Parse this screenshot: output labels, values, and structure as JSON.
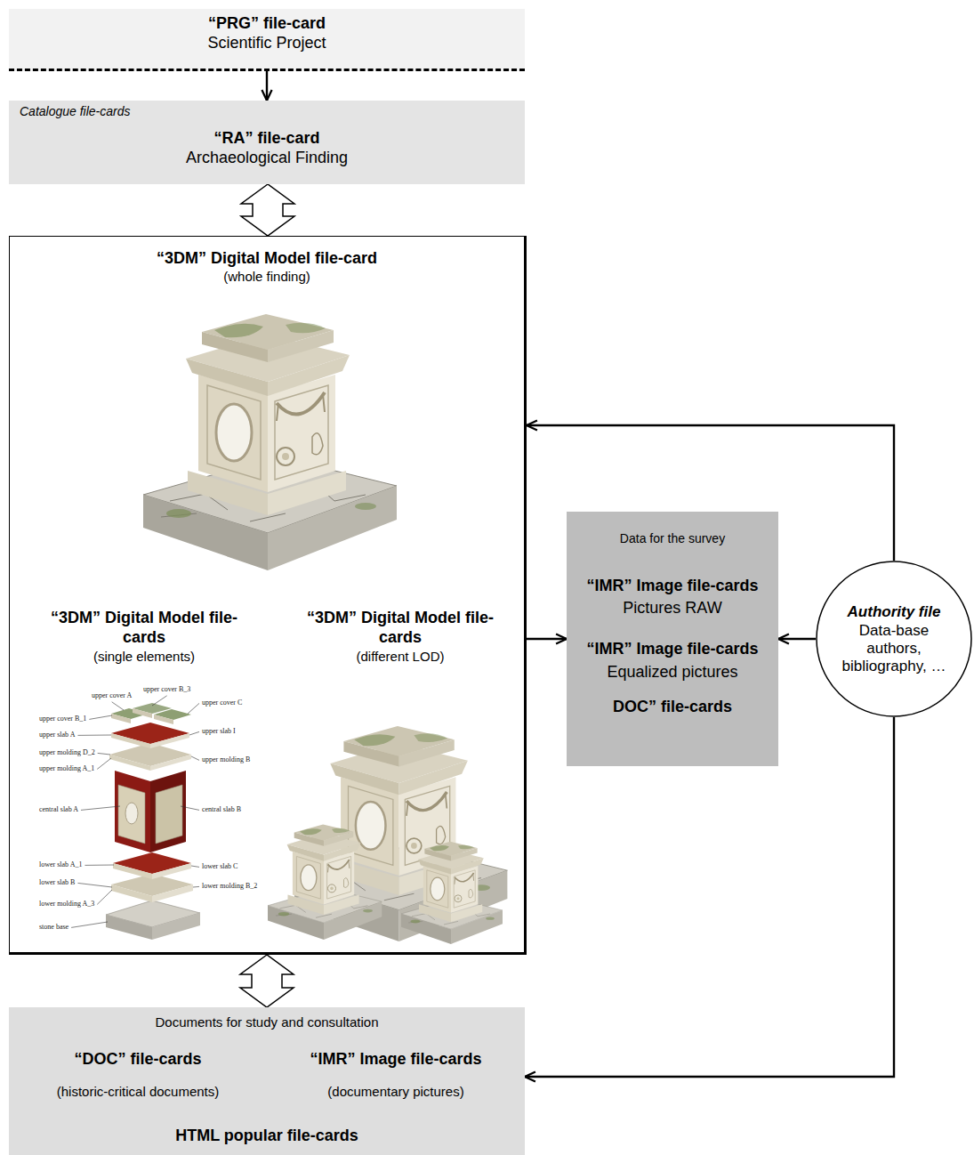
{
  "diagram": {
    "nodes": [
      {
        "text": [
          "“PRG” file-card",
          "Scientific Project"
        ]
      },
      {
        "text": [
          "Catalogue file-cards",
          "“RA” file-card",
          "Archaeological Finding"
        ]
      },
      {
        "text": [
          "“3DM” Digital Model file-card",
          "(whole finding)",
          "“3DM” Digital Model file-cards",
          "(single elements)",
          "“3DM” Digital Model file-cards",
          "(different LOD)"
        ]
      },
      {
        "text": [
          "Data for the survey",
          "“IMR” Image file-cards",
          "Pictures RAW",
          "“IMR” Image file-cards",
          "Equalized pictures",
          "DOC” file-cards"
        ]
      },
      {
        "text": [
          "Authority file",
          "Data-base authors, bibliography, …"
        ]
      },
      {
        "text": [
          "Documents for study and consultation",
          "“DOC” file-cards",
          "(historic-critical documents)",
          "“IMR” Image file-cards",
          "(documentary pictures)",
          "HTML popular file-cards"
        ]
      }
    ],
    "edges": [
      {
        "from": 0,
        "to": 1,
        "arrow": "to"
      },
      {
        "from": 1,
        "to": 2,
        "arrow": "both"
      },
      {
        "from": 2,
        "to": 3,
        "arrow": "to"
      },
      {
        "from": 4,
        "to": 3,
        "arrow": "to"
      },
      {
        "from": 4,
        "to": 2,
        "arrow": "to"
      },
      {
        "from": 4,
        "to": 5,
        "arrow": "to"
      },
      {
        "from": 2,
        "to": 5,
        "arrow": "both"
      }
    ],
    "labels": [
      "upper cover A",
      "upper cover B_3",
      "upper cover C",
      "upper cover B_1",
      "upper slab I",
      "upper slab A",
      "upper molding D_2",
      "upper molding A_1",
      "upper molding B",
      "central slab A",
      "central slab B",
      "lower slab A_1",
      "lower slab B",
      "lower molding A_3",
      "lower molding B_2",
      "lower slab C",
      "stone base"
    ]
  }
}
